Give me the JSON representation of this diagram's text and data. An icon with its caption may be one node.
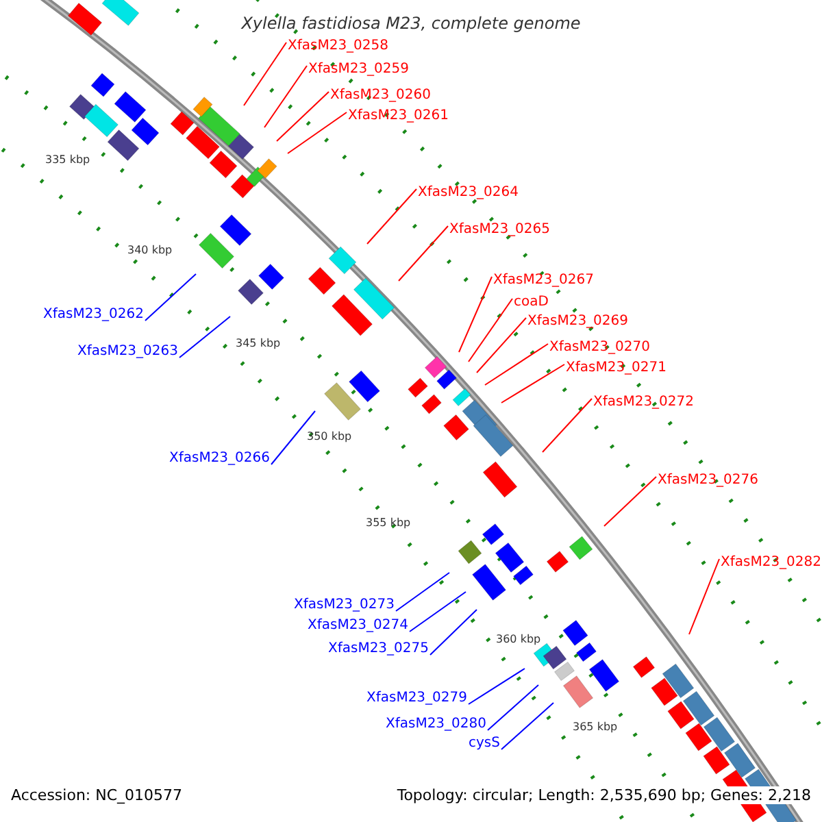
{
  "diagram": {
    "title": "Xylella fastidiosa M23, complete genome",
    "nodes": [
      {
        "text": [
          "XfasM23_0258"
        ]
      },
      {
        "text": [
          "XfasM23_0259"
        ]
      },
      {
        "text": [
          "XfasM23_0260"
        ]
      },
      {
        "text": [
          "XfasM23_0261"
        ]
      },
      {
        "text": [
          "XfasM23_0264"
        ]
      },
      {
        "text": [
          "XfasM23_0265"
        ]
      },
      {
        "text": [
          "XfasM23_0267"
        ]
      },
      {
        "text": [
          "coaD"
        ]
      },
      {
        "text": [
          "XfasM23_0269"
        ]
      },
      {
        "text": [
          "XfasM23_0270"
        ]
      },
      {
        "text": [
          "XfasM23_0271"
        ]
      },
      {
        "text": [
          "XfasM23_0272"
        ]
      },
      {
        "text": [
          "XfasM23_0276"
        ]
      },
      {
        "text": [
          "XfasM23_0282"
        ]
      },
      {
        "text": [
          "XfasM23_0262"
        ]
      },
      {
        "text": [
          "XfasM23_0263"
        ]
      },
      {
        "text": [
          "XfasM23_0266"
        ]
      },
      {
        "text": [
          "XfasM23_0273"
        ]
      },
      {
        "text": [
          "XfasM23_0274"
        ]
      },
      {
        "text": [
          "XfasM23_0275"
        ]
      },
      {
        "text": [
          "XfasM23_0279"
        ]
      },
      {
        "text": [
          "XfasM23_0280"
        ]
      },
      {
        "text": [
          "cysS"
        ]
      }
    ],
    "edges": [
      {
        "from": 0,
        "to": null,
        "arrow": "none"
      },
      {
        "from": 1,
        "to": null,
        "arrow": "none"
      },
      {
        "from": 2,
        "to": null,
        "arrow": "none"
      },
      {
        "from": 3,
        "to": null,
        "arrow": "none"
      },
      {
        "from": 4,
        "to": null,
        "arrow": "none"
      },
      {
        "from": 5,
        "to": null,
        "arrow": "none"
      },
      {
        "from": 6,
        "to": null,
        "arrow": "none"
      },
      {
        "from": 7,
        "to": null,
        "arrow": "none"
      },
      {
        "from": 8,
        "to": null,
        "arrow": "none"
      },
      {
        "from": 9,
        "to": null,
        "arrow": "none"
      },
      {
        "from": 10,
        "to": null,
        "arrow": "none"
      },
      {
        "from": 11,
        "to": null,
        "arrow": "none"
      },
      {
        "from": 12,
        "to": null,
        "arrow": "none"
      },
      {
        "from": 13,
        "to": null,
        "arrow": "none"
      },
      {
        "from": 14,
        "to": null,
        "arrow": "none",
        "color": "#0000ff"
      },
      {
        "from": 15,
        "to": null,
        "arrow": "none",
        "color": "#0000ff"
      },
      {
        "from": 16,
        "to": null,
        "arrow": "none",
        "color": "#0000ff"
      },
      {
        "from": 17,
        "to": null,
        "arrow": "none",
        "color": "#0000ff"
      },
      {
        "from": 18,
        "to": null,
        "arrow": "none",
        "color": "#0000ff"
      },
      {
        "from": 19,
        "to": null,
        "arrow": "none",
        "color": "#0000ff"
      },
      {
        "from": 20,
        "to": null,
        "arrow": "none",
        "color": "#0000ff"
      },
      {
        "from": 21,
        "to": null,
        "arrow": "none",
        "color": "#0000ff"
      },
      {
        "from": 22,
        "to": null,
        "arrow": "none",
        "color": "#0000ff"
      }
    ],
    "labels": [
      "335 kbp",
      "340 kbp",
      "345 kbp",
      "350 kbp",
      "355 kbp",
      "360 kbp",
      "365 kbp",
      "Accession: NC_010577",
      "Topology: circular; Length: 2,535,690 bp; Genes: 2,218"
    ]
  }
}
